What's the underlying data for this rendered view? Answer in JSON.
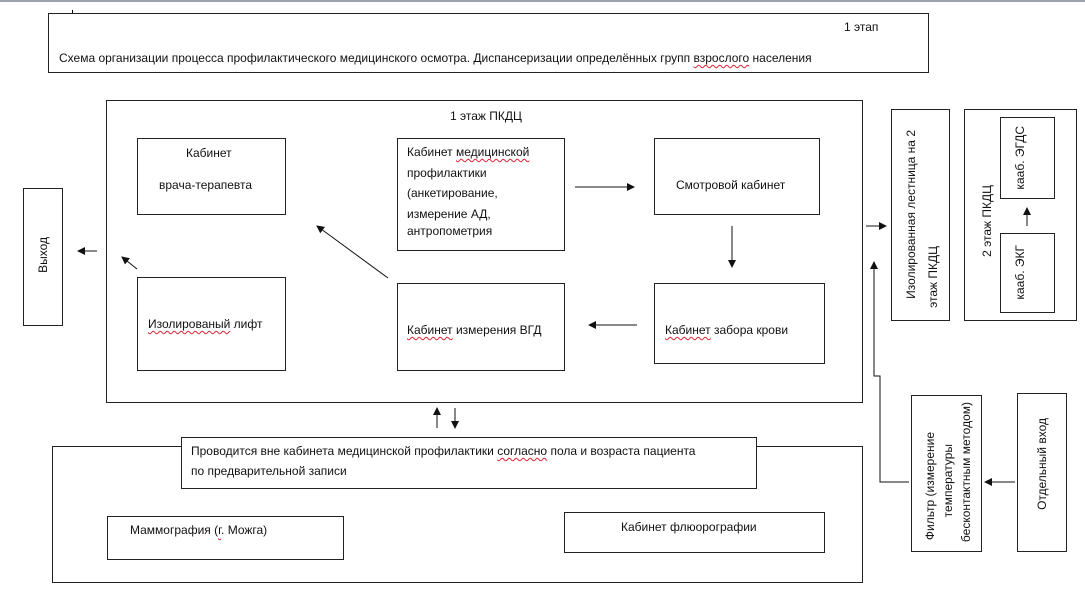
{
  "header": {
    "stage": "1 этап",
    "title_part1": "Схема организации процесса профилактического медицинского осмотра. Диспансеризации определённых групп ",
    "title_part2": "взрослого",
    "title_part3": " населения"
  },
  "floor1": {
    "label": "1 этаж ПКДЦ",
    "therapist_line1": "Кабинет",
    "therapist_line2": "врача-терапевта",
    "prevention_line1_a": "Кабинет ",
    "prevention_line1_b": "медицинской",
    "prevention_line2": "профилактики",
    "prevention_line3": "(анкетирование,",
    "prevention_line4": "измерение АД,",
    "prevention_line5": "антропометрия",
    "exam_room": "Смотровой кабинет",
    "lift_a": "Изолированый",
    "lift_b": " лифт",
    "iop_a": "Кабинет",
    "iop_b": " измерения ВГД",
    "blood_a": "Кабинет",
    "blood_b": " забора крови"
  },
  "exit": "Выход",
  "stairs_line1": "Изолированная лестница на 2",
  "stairs_line2": "этаж ПКДЦ",
  "floor2": {
    "label": "2 этаж ПКДЦ",
    "egds": "кааб. ЭГДС",
    "ecg": "кааб. ЭКГ"
  },
  "filter_line1": "Фильтр (измерение",
  "filter_line2": "температуры",
  "filter_line3": "бесконтактным методом)",
  "entrance": "Отдельный вход",
  "outside": {
    "note_line1_a": "Проводится вне кабинета медицинской профилактики ",
    "note_line1_b": "согласно",
    "note_line1_c": " пола и возраста пациента",
    "note_line2": "по предварительной записи",
    "mammo_a": "Маммография  (",
    "mammo_b": "г",
    "mammo_c": ". Можга)",
    "fluoro": "Кабинет флюорографии"
  }
}
